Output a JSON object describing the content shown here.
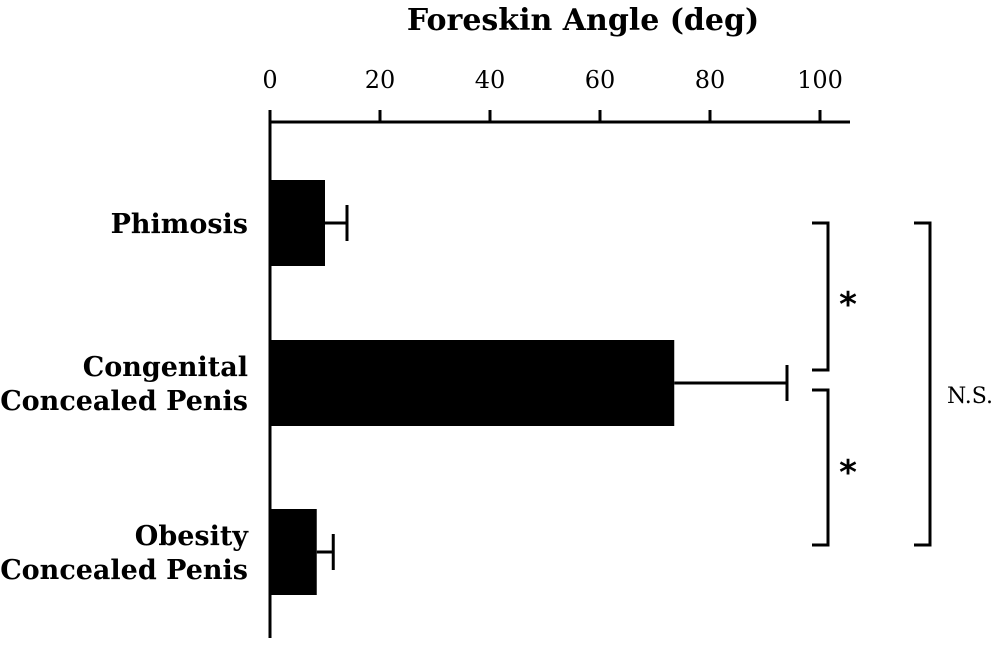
{
  "chart_data": {
    "type": "bar",
    "orientation": "horizontal",
    "title": "",
    "xlabel": "Foreskin Angle (deg)",
    "ylabel": "",
    "xlim": [
      0,
      105
    ],
    "xticks": [
      0,
      20,
      40,
      60,
      80,
      100
    ],
    "x_axis_position": "top",
    "grid": false,
    "categories": [
      [
        "Phimosis"
      ],
      [
        "Congenital",
        "Concealed Penis"
      ],
      [
        "Obesity",
        "Concealed Penis"
      ]
    ],
    "values": [
      10,
      73.5,
      8.5
    ],
    "errors": [
      4,
      20.5,
      3
    ],
    "bar_color": "#000000",
    "significance": [
      {
        "between": [
          0,
          1
        ],
        "label": "*"
      },
      {
        "between": [
          1,
          2
        ],
        "label": "*"
      },
      {
        "between": [
          0,
          2
        ],
        "label": "N.S."
      }
    ]
  }
}
